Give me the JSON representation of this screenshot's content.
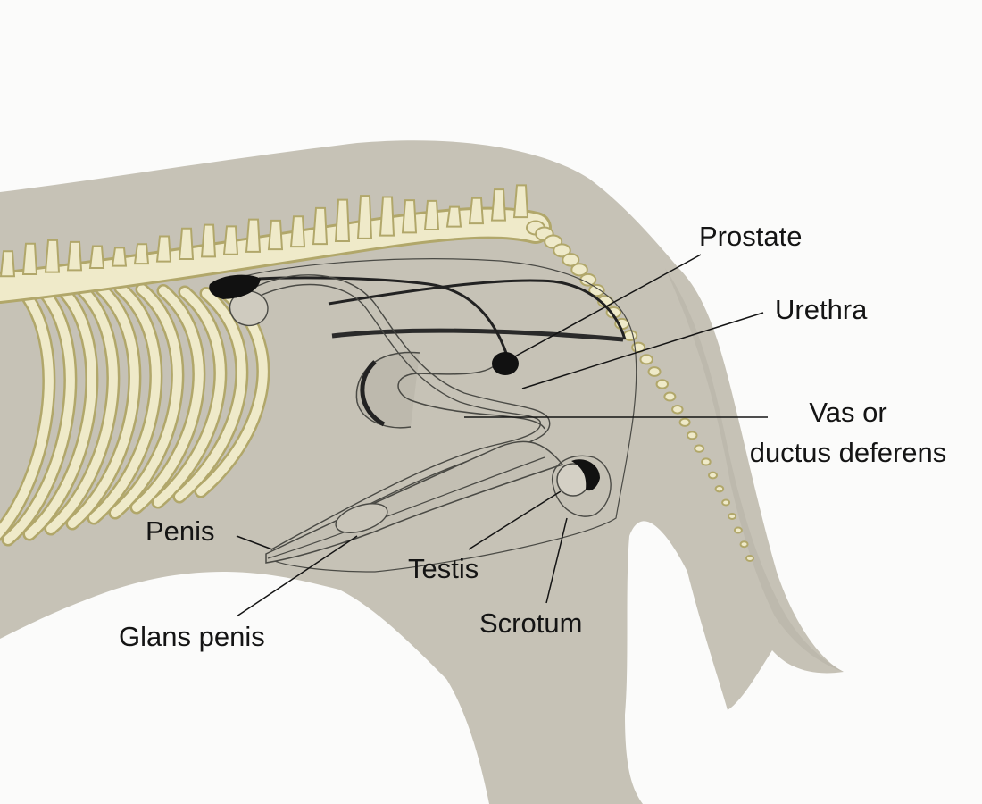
{
  "diagram": {
    "colors": {
      "background": "#fbfbfa",
      "body": "#c6c2b6",
      "bone": "#efeac9",
      "bone_outline": "#b1a76a",
      "organ_outline": "#4a4a45",
      "dark_gland": "#111111"
    },
    "labels": {
      "prostate": "Prostate",
      "urethra": "Urethra",
      "vas_line1": "Vas or",
      "vas_line2": "ductus deferens",
      "penis": "Penis",
      "testis": "Testis",
      "glans_penis": "Glans penis",
      "scrotum": "Scrotum"
    }
  }
}
